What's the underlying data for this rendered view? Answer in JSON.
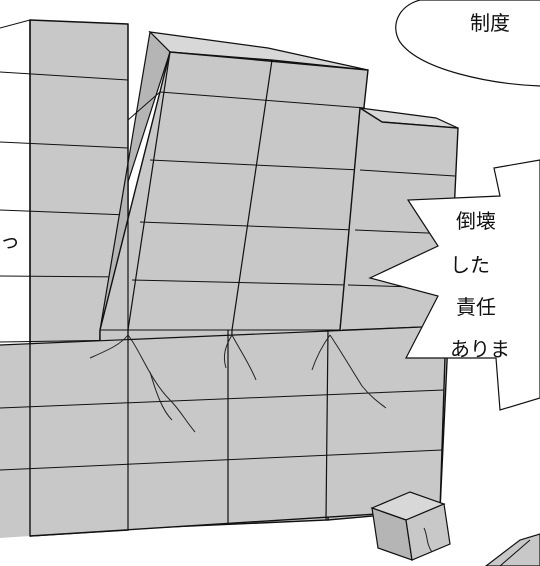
{
  "colors": {
    "building_fill": "#c8c8c8",
    "building_top": "#d8d8d8",
    "building_side": "#b5b5b5",
    "line": "#111111",
    "crack": "#222222",
    "paper": "#ffffff"
  },
  "speech_bubble": {
    "text": "制度"
  },
  "caption_bubble": {
    "line1": "倒壊",
    "line2": "した",
    "line3": "責任",
    "line4": "ありま"
  },
  "left_partial_char": "っ"
}
